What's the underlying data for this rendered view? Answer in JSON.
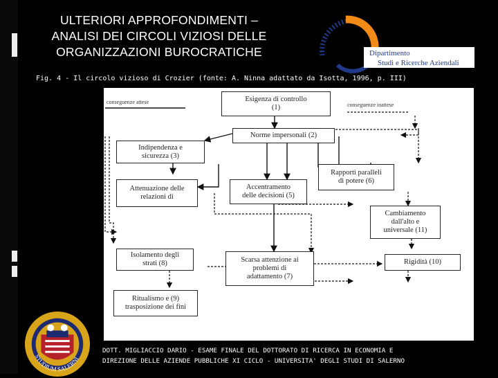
{
  "slide": {
    "title_lines": [
      "ULTERIORI APPROFONDIMENTI –",
      "ANALISI DEI CIRCOLI VIZIOSI DELLE",
      "ORGANIZZAZIONI BUROCRATICHE"
    ],
    "caption": "Fig. 4 - Il circolo vizioso di Crozier (fonte: A. Ninna adattato da Isotta, 1996, p. III)",
    "footer_lines": [
      "DOTT. MIGLIACCIO DARIO - ESAME FINALE DEL DOTTORATO DI RICERCA IN ECONOMIA E",
      "DIREZIONE DELLE AZIENDE PUBBLICHE XI CICLO - UNIVERSITA' DEGLI STUDI DI SALERNO"
    ]
  },
  "logo": {
    "line1": "Dipartimento",
    "line2": "Studi e Ricerche Aziendali",
    "colors": {
      "orange": "#f28a18",
      "blue": "#1f3a8a"
    }
  },
  "seal": {
    "text": "STUDIUM SALERNI",
    "colors": {
      "gold": "#d8a419",
      "red": "#b6222a",
      "navy": "#1d2a72"
    }
  },
  "diagram": {
    "legend_left": "conseguenze attese",
    "legend_right": "conseguenze inattese",
    "boxes": {
      "b1": [
        "Esigenza di controllo",
        "(1)"
      ],
      "b2": [
        "Norme impersonali  (2)"
      ],
      "b3": [
        "Indipendenza e",
        "sicurezza (3)"
      ],
      "b4": [
        "Attenuazione delle",
        "relazioni di"
      ],
      "b5": [
        "Accentramento",
        "delle decisioni   (5)"
      ],
      "b6": [
        "Rapporti paralleli",
        "di potere (6)"
      ],
      "b7": [
        "Scarsa attenzione ai",
        "problemi di",
        "adattamento (7)"
      ],
      "b8": [
        "Isolamento degli",
        "strati (8)"
      ],
      "b9": [
        "Ritualismo e  (9)",
        "trasposizione dei fini"
      ],
      "b10": [
        "Rigidità (10)"
      ],
      "b11": [
        "Cambiamento",
        "dall'alto e",
        "universale (11)"
      ]
    }
  }
}
